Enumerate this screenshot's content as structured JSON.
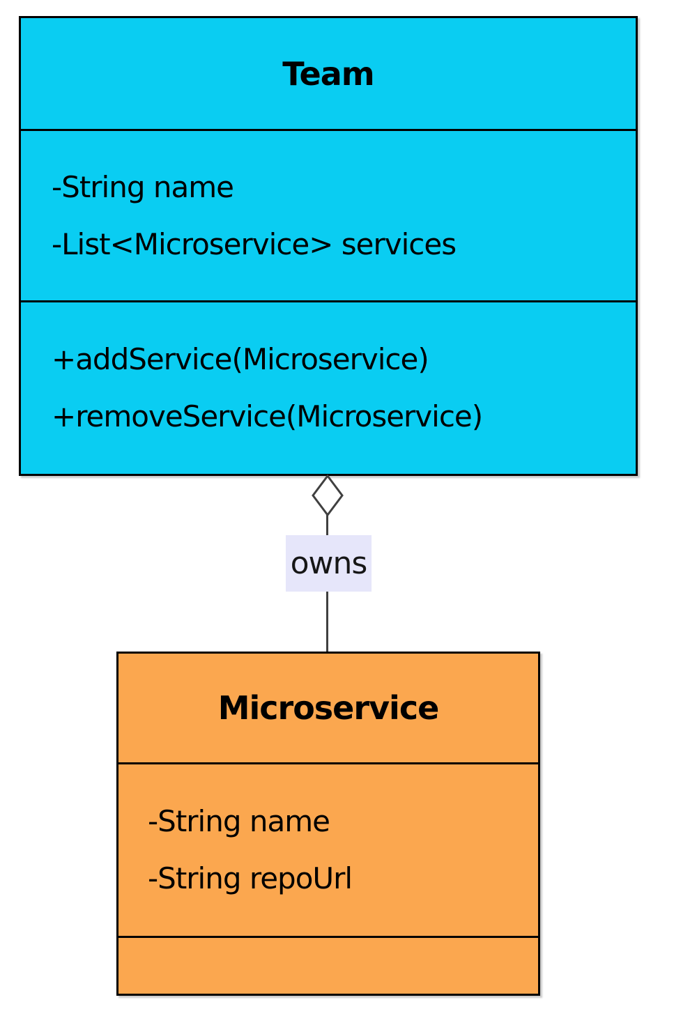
{
  "uml": {
    "team": {
      "name": "Team",
      "attributes": [
        "-String name",
        "-List<Microservice> services"
      ],
      "methods": [
        "+addService(Microservice)",
        "+removeService(Microservice)"
      ],
      "fill": "#0ACDF2"
    },
    "microservice": {
      "name": "Microservice",
      "attributes": [
        "-String name",
        "-String repoUrl"
      ],
      "methods": [],
      "fill": "#FBA74F"
    },
    "relationship": {
      "type": "aggregation",
      "label": "owns",
      "label_bg": "#E6E6FA",
      "line_color": "#404040",
      "diamond_fill": "#FFFFFF"
    }
  }
}
